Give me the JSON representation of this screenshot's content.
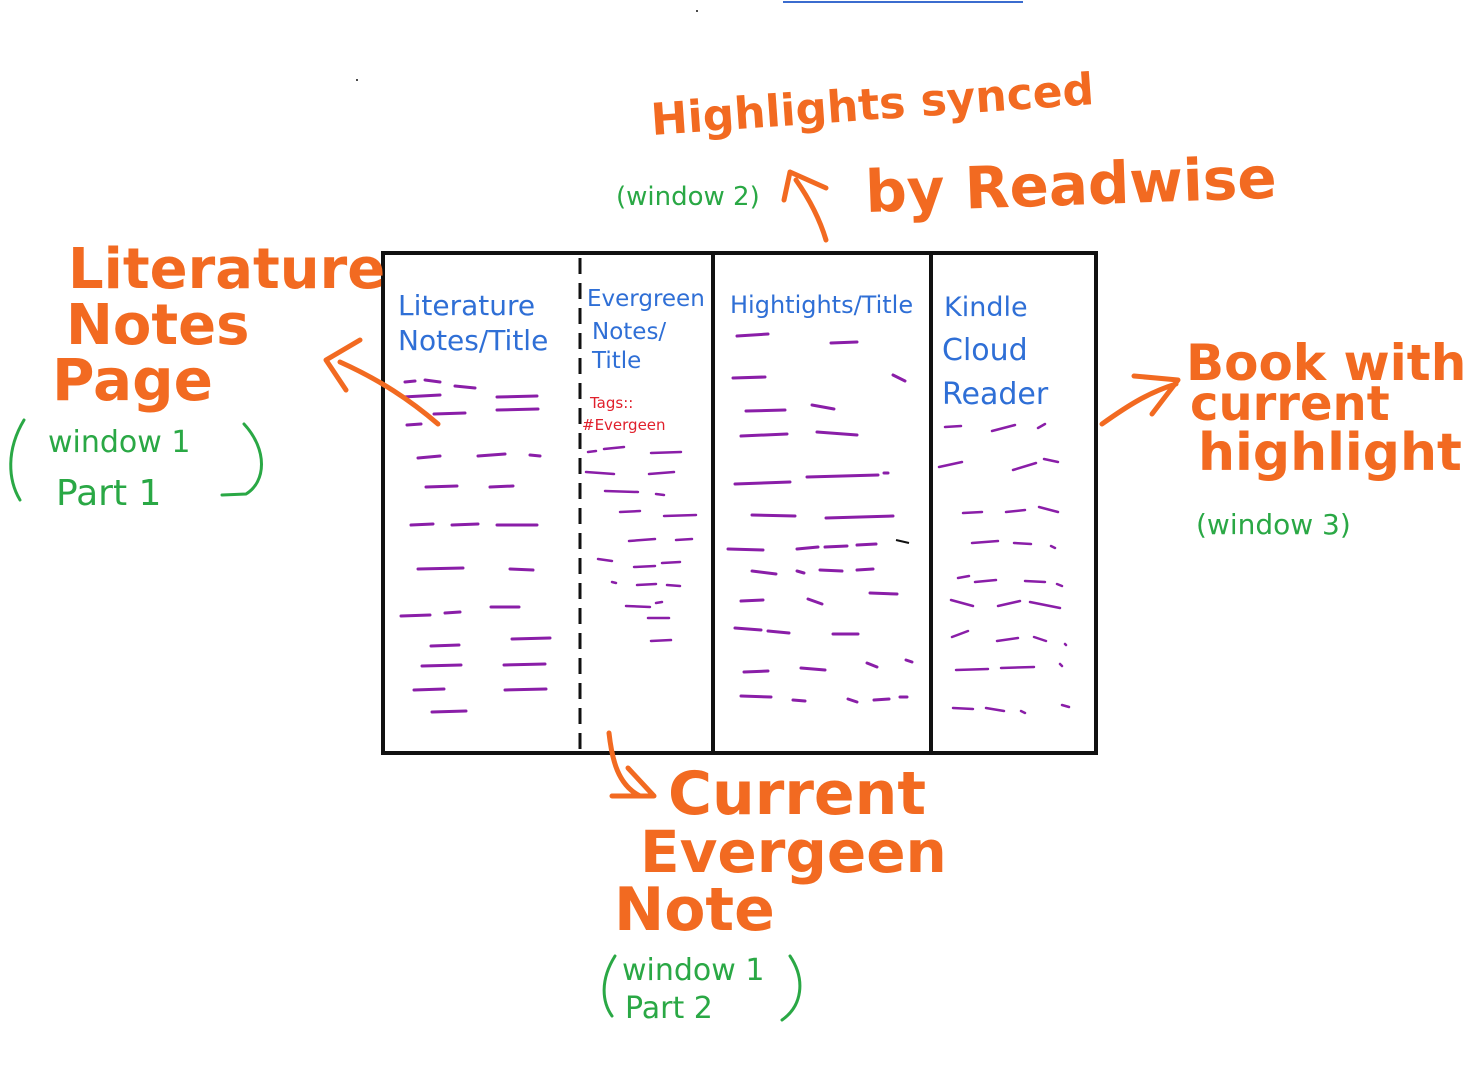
{
  "colors": {
    "orange": "#f26a21",
    "blue": "#2f6fd6",
    "green": "#2aa845",
    "purple": "#8a1ea8",
    "red": "#e0202c",
    "black": "#111111"
  },
  "annotations": {
    "top_line1": "Highlights synced",
    "top_line2": "by Readwise",
    "top_window": "(window 2)",
    "left_line1": "Literature",
    "left_line2": "Notes",
    "left_line3": "Page",
    "left_window1": "window 1",
    "left_window2": "Part 1",
    "right_line1": "Book with",
    "right_line2": "current",
    "right_line3": "highlight",
    "right_window": "(window 3)",
    "bottom_line1": "Current",
    "bottom_line2": "Evergeen",
    "bottom_line3": "Note",
    "bottom_window1": "window 1",
    "bottom_window2": "Part 2"
  },
  "panels": {
    "literature": {
      "line1": "Literature",
      "line2": "Notes/Title"
    },
    "evergreen": {
      "line1": "Evergreen",
      "line2": "Notes/",
      "line3": "Title",
      "tags1": "Tags::",
      "tags2": "#Evergeen"
    },
    "highlights": {
      "line1": "Hightights/Title"
    },
    "kindle": {
      "line1": "Kindle",
      "line2": "Cloud",
      "line3": "Reader"
    }
  }
}
